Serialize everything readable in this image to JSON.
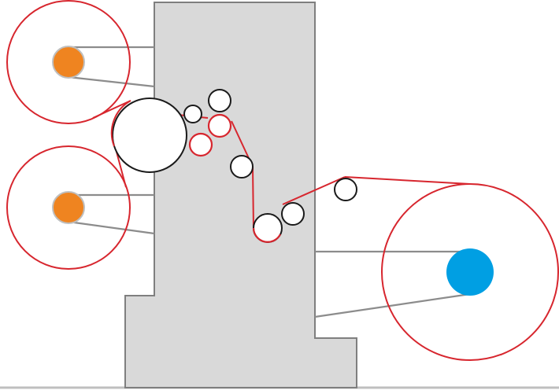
{
  "diagram": {
    "colors": {
      "background": "#ffffff",
      "machine_fill": "#d9d9d9",
      "machine_stroke": "#7f7f7f",
      "web_path": "#d7262e",
      "support_line": "#8c8c8c",
      "roller_fill": "#ffffff",
      "roller_stroke": "#1a1a1a",
      "unwind_core": "#ef8420",
      "unwind_core_ring": "#bfbfbf",
      "rewind_core": "#009fe3",
      "floor_line": "#bfbfbf"
    },
    "components": [
      "machine-frame",
      "unwind-reel-upper",
      "unwind-reel-lower",
      "splice-drum",
      "guide-rollers",
      "web-path",
      "rewind-reel",
      "floor-line"
    ]
  }
}
